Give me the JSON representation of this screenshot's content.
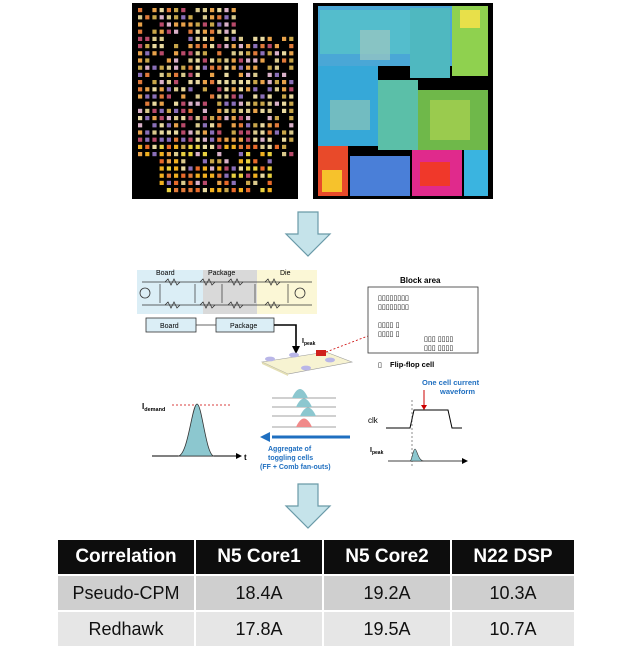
{
  "diagram": {
    "board_label": "Board",
    "package_label": "Package",
    "die_label": "Die",
    "board_box": "Board",
    "package_box": "Package",
    "ipeak_main": "I",
    "ipeak_main_sub": "peak",
    "block_area_title": "Block area",
    "flipflop_legend": "Flip-flop cell",
    "flipflop_symbol": "▯",
    "one_cell_line1": "One cell current",
    "one_cell_line2": "waveform",
    "clk_label": "clk",
    "ipeak_right": "I",
    "ipeak_right_sub": "peak",
    "idemand": "I",
    "idemand_sub": "demand",
    "t_label": "t",
    "aggregate_line1": "Aggregate of",
    "aggregate_line2": "toggling cells",
    "aggregate_line3": "(FF + Comb fan-outs)",
    "block_rows": [
      "▯▯▯▯▯▯▯▯",
      "▯▯▯▯▯▯▯▯",
      "▯▯▯▯   ▯",
      "▯▯▯▯   ▯"
    ],
    "block_rows_right": [
      "▯▯▯  ▯▯▯▯",
      "▯▯▯  ▯▯▯▯"
    ],
    "colors": {
      "arrow_fill": "#c5e3ea",
      "arrow_stroke": "#6a9aa8",
      "blue_text": "#1f6fc0",
      "red_dash": "#cc0000"
    }
  },
  "table": {
    "headers": [
      "Correlation",
      "N5 Core1",
      "N5 Core2",
      "N22 DSP"
    ],
    "rows": [
      [
        "Pseudo-CPM",
        "18.4A",
        "19.2A",
        "10.3A"
      ],
      [
        "Redhawk",
        "17.8A",
        "19.5A",
        "10.7A"
      ]
    ]
  }
}
